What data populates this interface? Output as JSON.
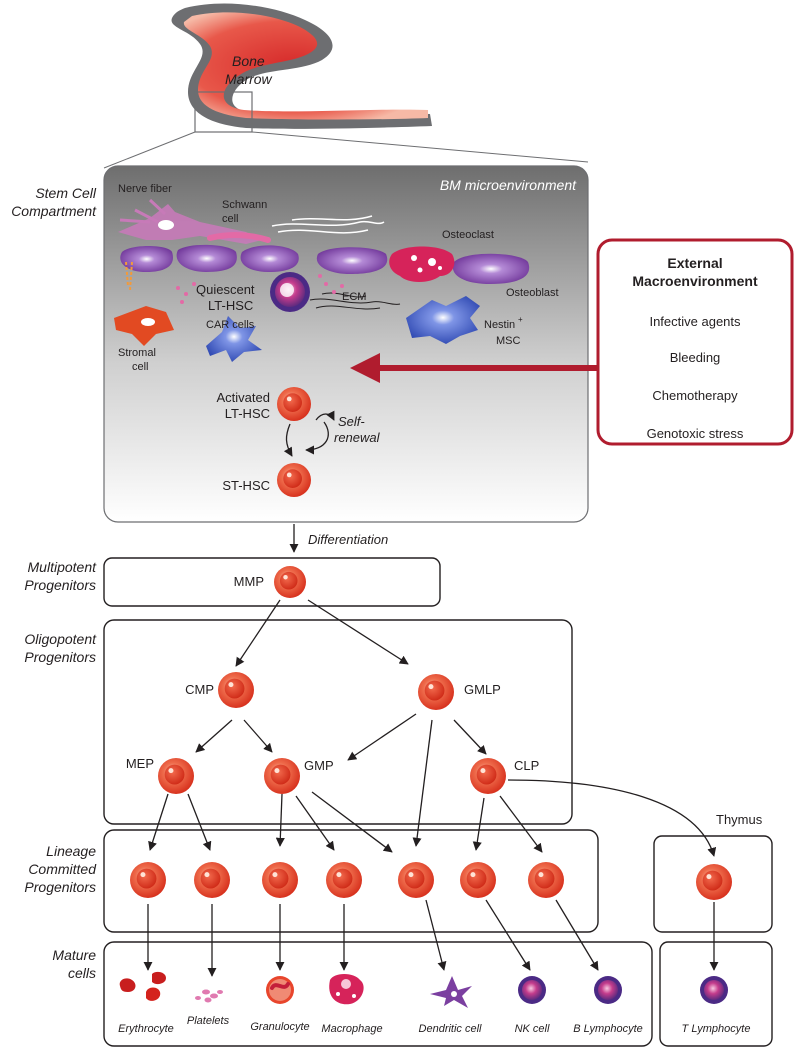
{
  "top": {
    "bone_marrow_label": [
      "Bone",
      "Marrow"
    ]
  },
  "stages": {
    "stem_cell": [
      "Stem Cell",
      "Compartment"
    ],
    "multipotent": [
      "Multipotent",
      "Progenitors"
    ],
    "oligopotent": [
      "Oligopotent",
      "Progenitors"
    ],
    "lineage": [
      "Lineage",
      "Committed",
      "Progenitors"
    ],
    "mature": [
      "Mature",
      "cells"
    ]
  },
  "niche": {
    "title": "BM microenvironment",
    "nerve_fiber": "Nerve fiber",
    "schwann": [
      "Schwann",
      "cell"
    ],
    "osteoclast": "Osteoclast",
    "osteoblast": "Osteoblast",
    "quiescent": [
      "Quiescent",
      "LT-HSC"
    ],
    "ecm": "ECM",
    "car_cells": "CAR cells",
    "stromal": [
      "Stromal",
      "cell"
    ],
    "nestin": [
      "Nestin",
      "+",
      "MSC"
    ],
    "activated": [
      "Activated",
      "LT-HSC"
    ],
    "self_renewal": [
      "Self-",
      "renewal"
    ],
    "st_hsc": "ST-HSC"
  },
  "differentiation": "Differentiation",
  "external": {
    "title": [
      "External",
      "Macroenvironment"
    ],
    "items": [
      "Infective agents",
      "Bleeding",
      "Chemotherapy",
      "Genotoxic stress"
    ]
  },
  "cells": {
    "mmp": "MMP",
    "cmp": "CMP",
    "gmlp": "GMLP",
    "mep": "MEP",
    "gmp": "GMP",
    "clp": "CLP",
    "thymus": "Thymus"
  },
  "mature_cells": [
    "Erythrocyte",
    "Platelets",
    "Granulocyte",
    "Macrophage",
    "Dendritic cell",
    "NK cell",
    "B Lymphocyte",
    "T Lymphocyte"
  ],
  "colors": {
    "cell": "#e8452c",
    "external_border": "#b01c2e",
    "niche_top": "#7a7a7a",
    "osteoblast": "#7b3fa0",
    "osteoclast": "#d6235a",
    "nestin": "#3d5cc4"
  }
}
